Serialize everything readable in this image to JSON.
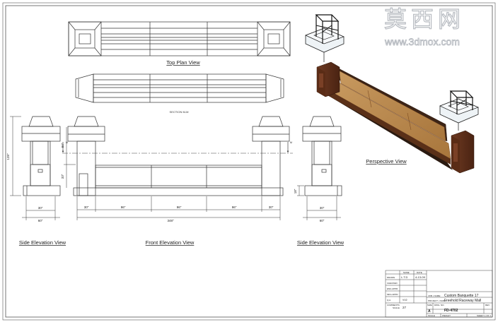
{
  "views": {
    "top_plan": "Top Plan View",
    "section": "SECTION M-M",
    "perspective": "Perspective View",
    "side_left": "Side Elevation View",
    "front": "Front Elevation View",
    "side_right": "Side Elevation View"
  },
  "dimensions": {
    "overall_height": "139\"",
    "mid_height": "84\"",
    "lower_height": "33\"",
    "seat_30_left": "30\"",
    "seat_96_a": "96\"",
    "seat_96_b": "96\"",
    "seat_96_c": "96\"",
    "seat_30_right": "30\"",
    "total_width": "348\"",
    "side_left_30": "30\"",
    "side_left_60": "60\"",
    "side_right_30": "30\"",
    "side_right_60": "60\"",
    "side_right_18": "18\"",
    "cut_left": "M",
    "cut_right": "M"
  },
  "watermark": {
    "chinese": "莫西网",
    "url": "www.3dmox.com"
  },
  "title_block": {
    "col_name": "NAME",
    "col_date": "DATE",
    "row_drawn": "DRAWN",
    "row_checked": "CHECKED",
    "row_eng_appr": "ENG APPR",
    "row_mfg_appr": "MFG APPR",
    "row_qa": "Q.A.",
    "row_comments": "COMMENTS:",
    "drawn_name": "L.T.D",
    "drawn_date": "4-13-09",
    "qa_name": "VV2",
    "scale_label": "SCALE",
    "scale_value": "27",
    "job_label": "JOB • NAME:",
    "job_value": "Custom Banquette 17",
    "project_label": "PROJECT • NAME:",
    "project_value": "Freehold Raceway Mall",
    "size_label": "SIZE",
    "size_value": "A",
    "dwg_label": "DWG. NO.",
    "dwg_value": "FD-4702",
    "rev_label": "REV",
    "footer_scale": "SCALE",
    "footer_weight": "WEIGHT",
    "footer_sheet": "SHEET 1 OF 1"
  }
}
